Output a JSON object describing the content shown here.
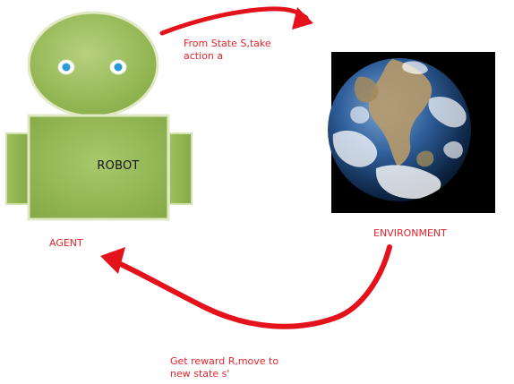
{
  "labels": {
    "action_line1": "From State S,take",
    "action_line2": "action a",
    "robot": "ROBOT",
    "agent": "AGENT",
    "environment": "ENVIRONMENT",
    "reward_line1": "Get reward R,move to",
    "reward_line2": "new state s'"
  },
  "colors": {
    "robot_green": "#8bb04b",
    "robot_green_light": "#a8c86a",
    "robot_outline": "#c9d8a4",
    "eye_blue": "#2a9bd6",
    "arrow_red": "#e3121b",
    "label_red": "#e8242b",
    "space_black": "#000000"
  },
  "icons": [
    "robot-agent-icon",
    "earth-environment-icon",
    "curved-arrow-right-icon",
    "curved-arrow-left-icon"
  ]
}
